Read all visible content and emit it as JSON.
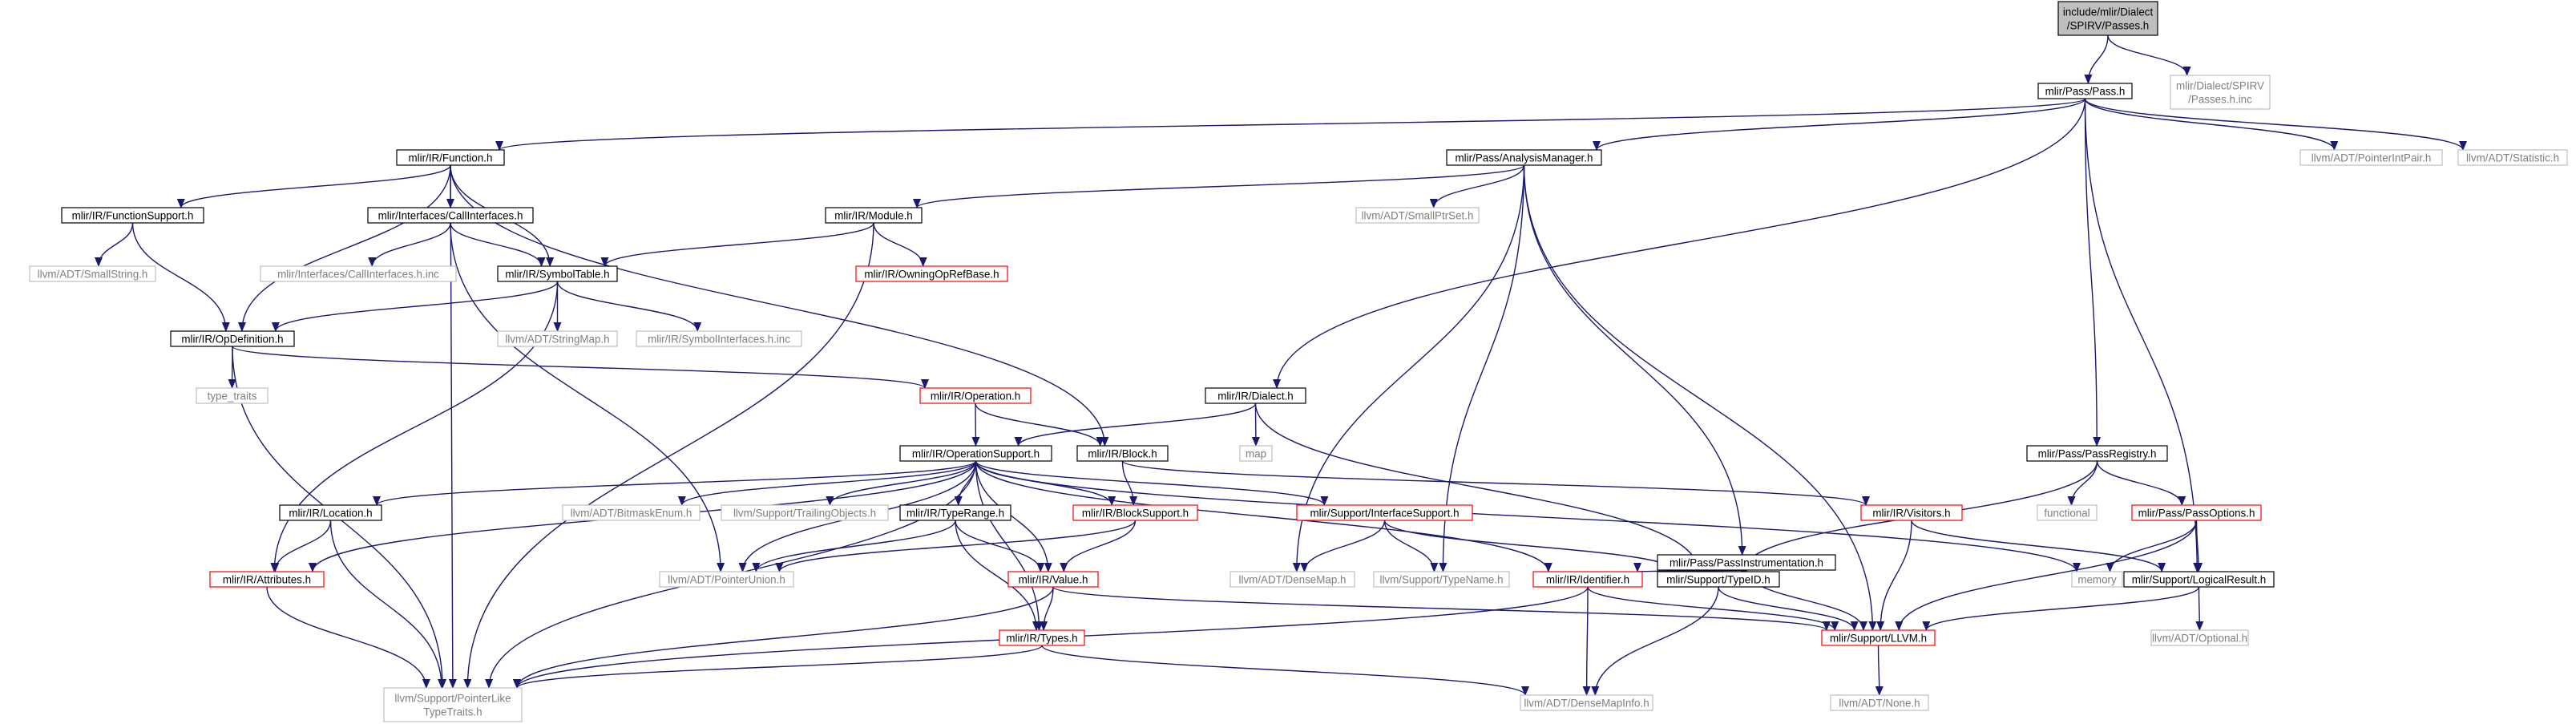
{
  "colors": {
    "edge": "#191970",
    "root_fill": "#bfbfbf",
    "node_border": "#000000",
    "external_border": "#bfbfbf",
    "external_text": "#7f7f7f",
    "truncated_border": "#ff0000",
    "text": "#000000"
  },
  "nodes": [
    {
      "id": "root",
      "style": "root",
      "lines": [
        "include/mlir/Dialect",
        "/SPIRV/Passes.h"
      ]
    },
    {
      "id": "pass",
      "style": "normal",
      "lines": [
        "mlir/Pass/Pass.h"
      ]
    },
    {
      "id": "passes_inc",
      "style": "external",
      "lines": [
        "mlir/Dialect/SPIRV",
        "/Passes.h.inc"
      ]
    },
    {
      "id": "function",
      "style": "normal",
      "lines": [
        "mlir/IR/Function.h"
      ]
    },
    {
      "id": "analysis",
      "style": "normal",
      "lines": [
        "mlir/Pass/AnalysisManager.h"
      ]
    },
    {
      "id": "ptrintpair",
      "style": "external",
      "lines": [
        "llvm/ADT/PointerIntPair.h"
      ]
    },
    {
      "id": "statistic",
      "style": "external",
      "lines": [
        "llvm/ADT/Statistic.h"
      ]
    },
    {
      "id": "funcsupport",
      "style": "normal",
      "lines": [
        "mlir/IR/FunctionSupport.h"
      ]
    },
    {
      "id": "callif",
      "style": "normal",
      "lines": [
        "mlir/Interfaces/CallInterfaces.h"
      ]
    },
    {
      "id": "module",
      "style": "normal",
      "lines": [
        "mlir/IR/Module.h"
      ]
    },
    {
      "id": "smallptrset",
      "style": "external",
      "lines": [
        "llvm/ADT/SmallPtrSet.h"
      ]
    },
    {
      "id": "smallstring",
      "style": "external",
      "lines": [
        "llvm/ADT/SmallString.h"
      ]
    },
    {
      "id": "callif_inc",
      "style": "external",
      "lines": [
        "mlir/Interfaces/CallInterfaces.h.inc"
      ]
    },
    {
      "id": "symtable",
      "style": "normal",
      "lines": [
        "mlir/IR/SymbolTable.h"
      ]
    },
    {
      "id": "owningref",
      "style": "truncated",
      "lines": [
        "mlir/IR/OwningOpRefBase.h"
      ]
    },
    {
      "id": "opdef",
      "style": "normal",
      "lines": [
        "mlir/IR/OpDefinition.h"
      ]
    },
    {
      "id": "stringmap",
      "style": "external",
      "lines": [
        "llvm/ADT/StringMap.h"
      ]
    },
    {
      "id": "symif_inc",
      "style": "external",
      "lines": [
        "mlir/IR/SymbolInterfaces.h.inc"
      ]
    },
    {
      "id": "type_traits",
      "style": "external",
      "lines": [
        "type_traits"
      ]
    },
    {
      "id": "operation",
      "style": "truncated",
      "lines": [
        "mlir/IR/Operation.h"
      ]
    },
    {
      "id": "dialect",
      "style": "normal",
      "lines": [
        "mlir/IR/Dialect.h"
      ]
    },
    {
      "id": "map",
      "style": "external",
      "lines": [
        "map"
      ]
    },
    {
      "id": "opsupport",
      "style": "normal",
      "lines": [
        "mlir/IR/OperationSupport.h"
      ]
    },
    {
      "id": "block",
      "style": "normal",
      "lines": [
        "mlir/IR/Block.h"
      ]
    },
    {
      "id": "passregistry",
      "style": "normal",
      "lines": [
        "mlir/Pass/PassRegistry.h"
      ]
    },
    {
      "id": "functional",
      "style": "external",
      "lines": [
        "functional"
      ]
    },
    {
      "id": "passoptions",
      "style": "truncated",
      "lines": [
        "mlir/Pass/PassOptions.h"
      ]
    },
    {
      "id": "location",
      "style": "normal",
      "lines": [
        "mlir/IR/Location.h"
      ]
    },
    {
      "id": "bitmaskenum",
      "style": "external",
      "lines": [
        "llvm/ADT/BitmaskEnum.h"
      ]
    },
    {
      "id": "trailing",
      "style": "external",
      "lines": [
        "llvm/Support/TrailingObjects.h"
      ]
    },
    {
      "id": "typerange",
      "style": "normal",
      "lines": [
        "mlir/IR/TypeRange.h"
      ]
    },
    {
      "id": "blocksupport",
      "style": "truncated",
      "lines": [
        "mlir/IR/BlockSupport.h"
      ]
    },
    {
      "id": "ifsupport",
      "style": "truncated",
      "lines": [
        "mlir/Support/InterfaceSupport.h"
      ]
    },
    {
      "id": "passinstr",
      "style": "normal",
      "lines": [
        "mlir/Pass/PassInstrumentation.h"
      ]
    },
    {
      "id": "visitors",
      "style": "truncated",
      "lines": [
        "mlir/IR/Visitors.h"
      ]
    },
    {
      "id": "memory",
      "style": "external",
      "lines": [
        "memory"
      ]
    },
    {
      "id": "logicalresult",
      "style": "normal",
      "lines": [
        "mlir/Support/LogicalResult.h"
      ]
    },
    {
      "id": "attributes",
      "style": "truncated",
      "lines": [
        "mlir/IR/Attributes.h"
      ]
    },
    {
      "id": "ptrunion",
      "style": "external",
      "lines": [
        "llvm/ADT/PointerUnion.h"
      ]
    },
    {
      "id": "value",
      "style": "truncated",
      "lines": [
        "mlir/IR/Value.h"
      ]
    },
    {
      "id": "densemap",
      "style": "external",
      "lines": [
        "llvm/ADT/DenseMap.h"
      ]
    },
    {
      "id": "typename",
      "style": "external",
      "lines": [
        "llvm/Support/TypeName.h"
      ]
    },
    {
      "id": "identifier",
      "style": "truncated",
      "lines": [
        "mlir/IR/Identifier.h"
      ]
    },
    {
      "id": "typeid",
      "style": "normal",
      "lines": [
        "mlir/Support/TypeID.h"
      ]
    },
    {
      "id": "types",
      "style": "truncated",
      "lines": [
        "mlir/IR/Types.h"
      ]
    },
    {
      "id": "llvm",
      "style": "truncated",
      "lines": [
        "mlir/Support/LLVM.h"
      ]
    },
    {
      "id": "optional",
      "style": "external",
      "lines": [
        "llvm/ADT/Optional.h"
      ]
    },
    {
      "id": "ptrliketraits",
      "style": "external",
      "lines": [
        "llvm/Support/PointerLike",
        "TypeTraits.h"
      ]
    },
    {
      "id": "densemapinfo",
      "style": "external",
      "lines": [
        "llvm/ADT/DenseMapInfo.h"
      ]
    },
    {
      "id": "none",
      "style": "external",
      "lines": [
        "llvm/ADT/None.h"
      ]
    }
  ],
  "edges": [
    [
      "root",
      "pass"
    ],
    [
      "root",
      "passes_inc"
    ],
    [
      "pass",
      "function"
    ],
    [
      "pass",
      "analysis"
    ],
    [
      "pass",
      "ptrintpair"
    ],
    [
      "pass",
      "statistic"
    ],
    [
      "pass",
      "dialect"
    ],
    [
      "pass",
      "passregistry"
    ],
    [
      "pass",
      "logicalresult"
    ],
    [
      "function",
      "funcsupport"
    ],
    [
      "function",
      "callif"
    ],
    [
      "function",
      "symtable"
    ],
    [
      "function",
      "opdef"
    ],
    [
      "function",
      "block"
    ],
    [
      "function",
      "ptrliketraits"
    ],
    [
      "analysis",
      "module"
    ],
    [
      "analysis",
      "smallptrset"
    ],
    [
      "analysis",
      "densemap"
    ],
    [
      "analysis",
      "typename"
    ],
    [
      "analysis",
      "passinstr"
    ],
    [
      "analysis",
      "llvm"
    ],
    [
      "funcsupport",
      "smallstring"
    ],
    [
      "funcsupport",
      "opdef"
    ],
    [
      "callif",
      "callif_inc"
    ],
    [
      "callif",
      "symtable"
    ],
    [
      "callif",
      "ptrunion"
    ],
    [
      "module",
      "symtable"
    ],
    [
      "module",
      "owningref"
    ],
    [
      "module",
      "ptrliketraits"
    ],
    [
      "symtable",
      "opdef"
    ],
    [
      "symtable",
      "stringmap"
    ],
    [
      "symtable",
      "symif_inc"
    ],
    [
      "symtable",
      "attributes"
    ],
    [
      "opdef",
      "type_traits"
    ],
    [
      "opdef",
      "operation"
    ],
    [
      "opdef",
      "ptrliketraits"
    ],
    [
      "operation",
      "opsupport"
    ],
    [
      "operation",
      "block"
    ],
    [
      "dialect",
      "opsupport"
    ],
    [
      "dialect",
      "map"
    ],
    [
      "dialect",
      "typeid"
    ],
    [
      "opsupport",
      "location"
    ],
    [
      "opsupport",
      "bitmaskenum"
    ],
    [
      "opsupport",
      "trailing"
    ],
    [
      "opsupport",
      "typerange"
    ],
    [
      "opsupport",
      "blocksupport"
    ],
    [
      "opsupport",
      "ifsupport"
    ],
    [
      "opsupport",
      "attributes"
    ],
    [
      "opsupport",
      "ptrunion"
    ],
    [
      "opsupport",
      "value"
    ],
    [
      "opsupport",
      "types"
    ],
    [
      "opsupport",
      "identifier"
    ],
    [
      "opsupport",
      "memory"
    ],
    [
      "opsupport",
      "ptrliketraits"
    ],
    [
      "block",
      "blocksupport"
    ],
    [
      "block",
      "visitors"
    ],
    [
      "passregistry",
      "functional"
    ],
    [
      "passregistry",
      "passoptions"
    ],
    [
      "passregistry",
      "typeid"
    ],
    [
      "passoptions",
      "memory"
    ],
    [
      "passoptions",
      "llvm"
    ],
    [
      "passoptions",
      "logicalresult"
    ],
    [
      "location",
      "attributes"
    ],
    [
      "location",
      "ptrliketraits"
    ],
    [
      "typerange",
      "ptrunion"
    ],
    [
      "typerange",
      "value"
    ],
    [
      "typerange",
      "types"
    ],
    [
      "blocksupport",
      "ptrunion"
    ],
    [
      "blocksupport",
      "value"
    ],
    [
      "ifsupport",
      "densemap"
    ],
    [
      "ifsupport",
      "typename"
    ],
    [
      "ifsupport",
      "typeid"
    ],
    [
      "passinstr",
      "identifier"
    ],
    [
      "passinstr",
      "typeid"
    ],
    [
      "passinstr",
      "llvm"
    ],
    [
      "visitors",
      "llvm"
    ],
    [
      "visitors",
      "logicalresult"
    ],
    [
      "attributes",
      "ptrliketraits"
    ],
    [
      "value",
      "types"
    ],
    [
      "value",
      "ptrliketraits"
    ],
    [
      "value",
      "llvm"
    ],
    [
      "identifier",
      "densemapinfo"
    ],
    [
      "identifier",
      "llvm"
    ],
    [
      "identifier",
      "ptrliketraits"
    ],
    [
      "typeid",
      "llvm"
    ],
    [
      "typeid",
      "densemapinfo"
    ],
    [
      "types",
      "densemapinfo"
    ],
    [
      "types",
      "ptrliketraits"
    ],
    [
      "logicalresult",
      "optional"
    ],
    [
      "logicalresult",
      "llvm"
    ],
    [
      "llvm",
      "none"
    ]
  ]
}
